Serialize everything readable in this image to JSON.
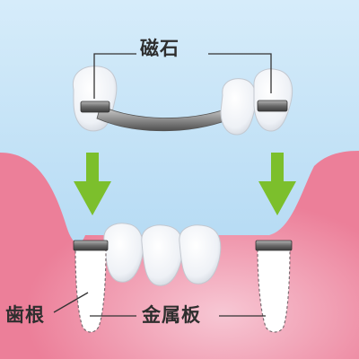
{
  "labels": {
    "magnet": "磁石",
    "tooth_root": "歯根",
    "metal_plate": "金属板"
  },
  "colors": {
    "sky_top": "#d6ecfa",
    "sky_bottom": "#a7d3f1",
    "gum": "#ec7f99",
    "gum_inner": "#f3b4c5",
    "arrow": "#7cbf2c",
    "metal": "#7c7c7c",
    "tooth": "#f7f8fa",
    "leader": "#333333"
  },
  "icons": {
    "arrow_left": "arrow-down-icon",
    "arrow_right": "arrow-down-icon"
  }
}
